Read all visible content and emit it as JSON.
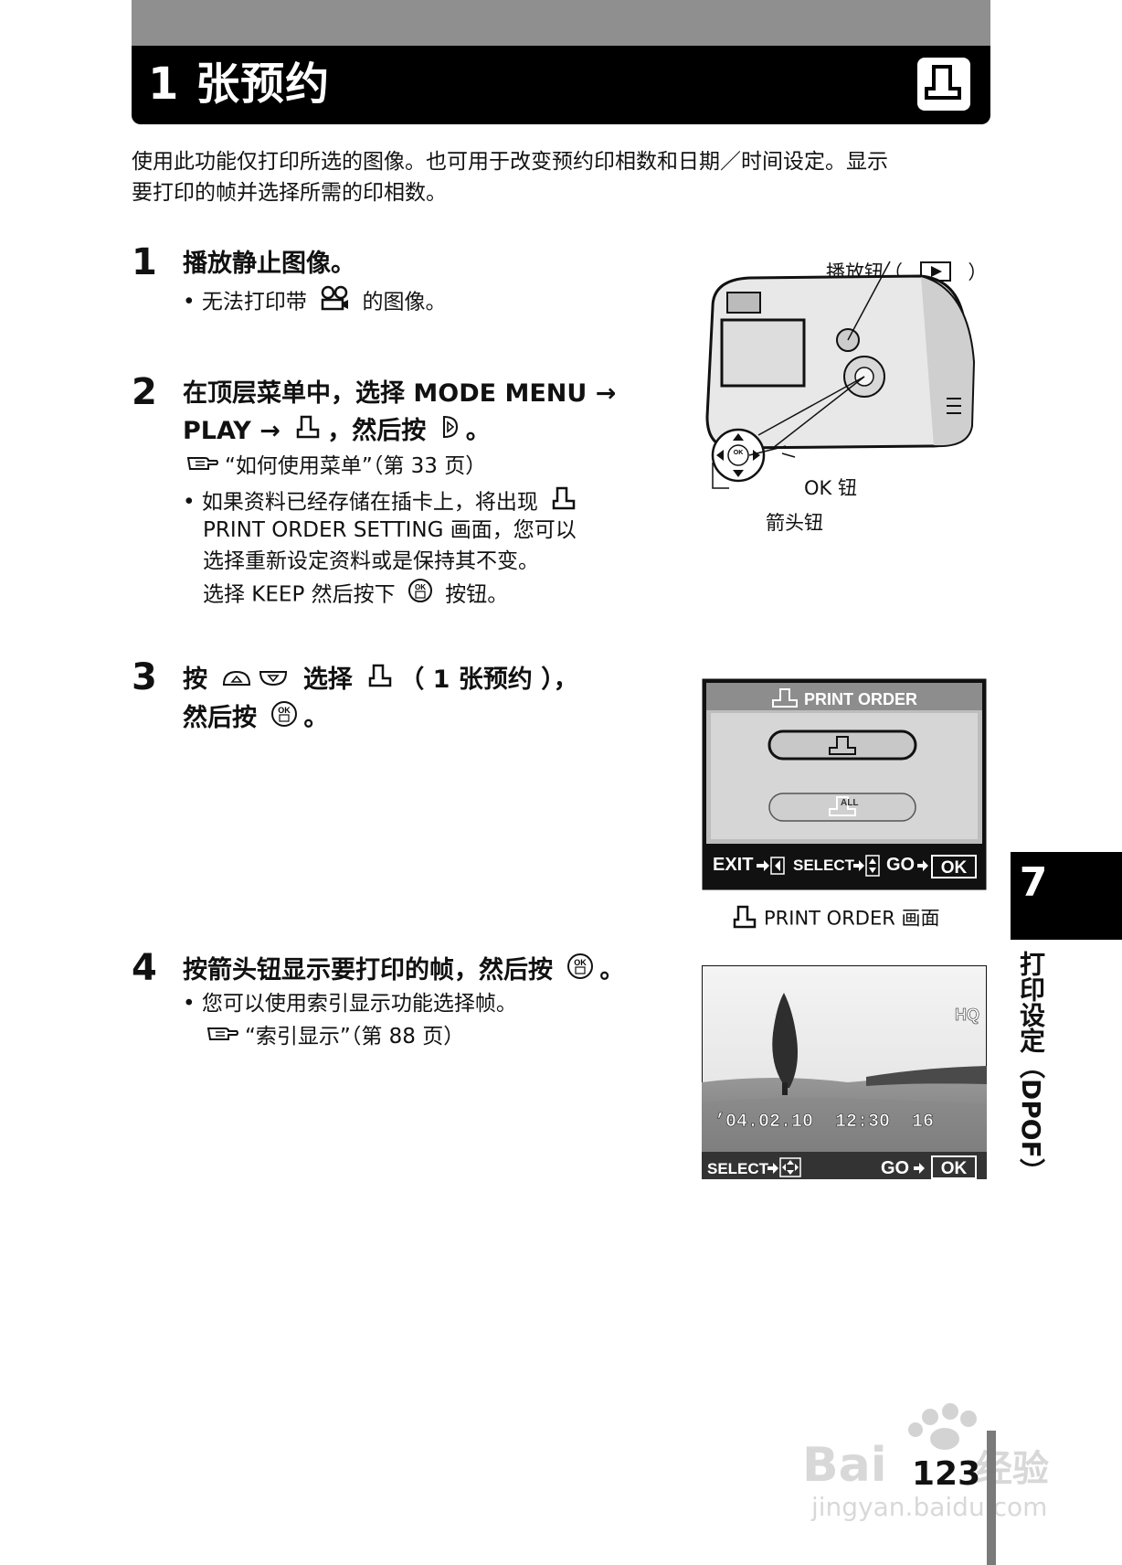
{
  "header": {
    "title": "1 张预约"
  },
  "intro": [
    "使用此功能仅打印所选的图像。也可用于改变预约印相数和日期／时间设定。显示",
    "要打印的帧并选择所需的印相数。"
  ],
  "steps": [
    {
      "number": "1",
      "heading": "播放静止图像。",
      "lines": {
        "b1_pre": "• 无法打印带",
        "b1_post": "的图像。"
      }
    },
    {
      "number": "2",
      "heading_line1": "在顶层菜单中，选择 MODE MENU →",
      "heading_line2_pre": "PLAY →",
      "heading_line2_mid": "，然后按",
      "heading_line2_post": "。",
      "ref": "“如何使用菜单”（第 33 页）",
      "b1_pre": "• 如果资料已经存储在插卡上，将出现",
      "b2": "PRINT ORDER SETTING 画面，您可以",
      "b3": "选择重新设定资料或是保持其不变。",
      "b4_pre": "选择 KEEP 然后按下",
      "b4_post": "按钮。"
    },
    {
      "number": "3",
      "heading_pre": "按",
      "heading_mid": "选择",
      "heading_post": "（ 1 张预约 ），",
      "heading_line2_pre": "然后按",
      "heading_line2_post": "。"
    },
    {
      "number": "4",
      "heading_pre": "按箭头钮显示要打印的帧，然后按",
      "heading_post": "。",
      "b1": "• 您可以使用索引显示功能选择帧。",
      "ref": "“索引显示”（第 88 页）"
    }
  ],
  "camera": {
    "playback_label_pre": "播放钮（",
    "playback_label_post": "）",
    "ok_label": "OK 钮",
    "arrow_label": "箭头钮",
    "ok_key": "OK"
  },
  "print_order_screen": {
    "title": "PRINT ORDER",
    "all_label": "ALL",
    "footer_exit": "EXIT",
    "footer_select": "SELECT",
    "footer_go": "GO",
    "footer_ok": "OK",
    "caption": "PRINT ORDER 画面"
  },
  "preview_screen": {
    "quality": "HQ",
    "datetime": "’04.02.10  12:30  16",
    "footer_select": "SELECT",
    "footer_go": "GO",
    "footer_ok": "OK"
  },
  "side_tab": {
    "chapter": "7",
    "title": "打印设定（DPOF）"
  },
  "page_number": "123",
  "watermark": {
    "brand": "Bai",
    "brand_cn": "经验",
    "url": "jingyan.baidu.com"
  }
}
